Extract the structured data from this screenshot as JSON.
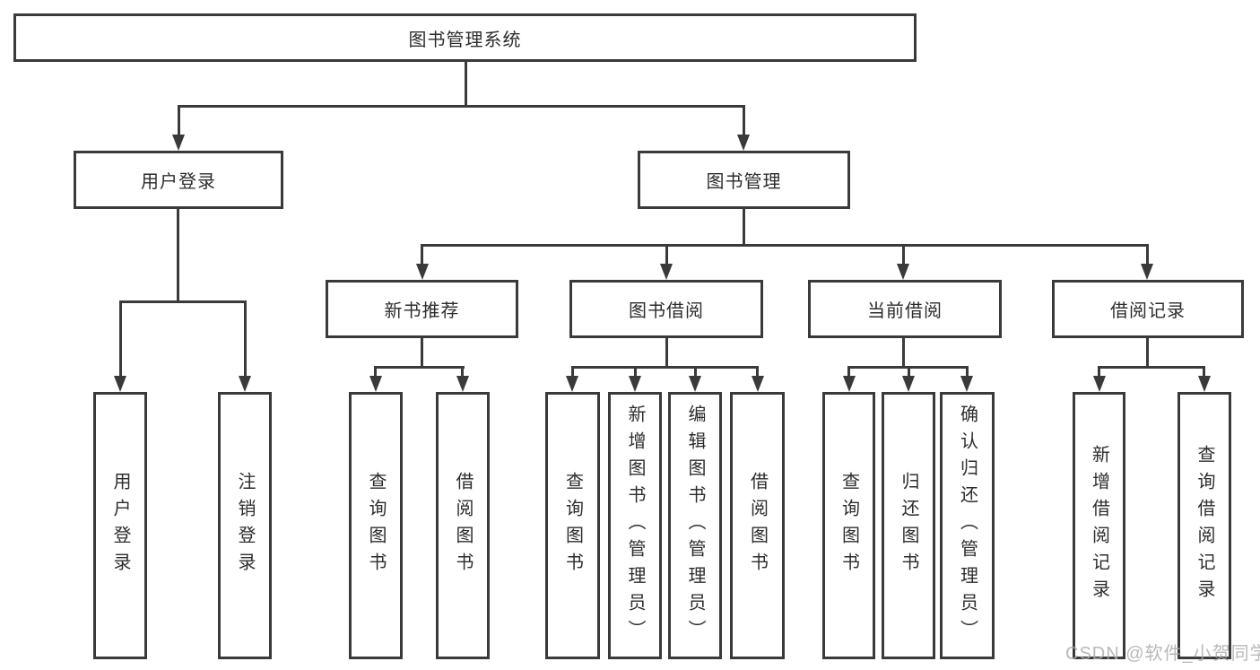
{
  "diagram": {
    "root": "图书管理系统",
    "branches": {
      "user_login": {
        "label": "用户登录",
        "children": [
          "用户登录",
          "注销登录"
        ]
      },
      "book_management": {
        "label": "图书管理",
        "children": {
          "new_book_recommend": {
            "label": "新书推荐",
            "children": [
              "查询图书",
              "借阅图书"
            ]
          },
          "book_borrowing": {
            "label": "图书借阅",
            "children": [
              "查询图书",
              "新增图书（管理员）",
              "编辑图书（管理员）",
              "借阅图书"
            ]
          },
          "current_borrowing": {
            "label": "当前借阅",
            "children": [
              "查询图书",
              "归还图书",
              "确认归还（管理员）"
            ]
          },
          "borrowing_records": {
            "label": "借阅记录",
            "children": [
              "新增借阅记录",
              "查询借阅记录"
            ]
          }
        }
      }
    },
    "watermark": "CSDN @软件_小贺同学"
  },
  "colors": {
    "line": "#3a3a3a",
    "text": "#2d2d2d",
    "background": "#ffffff",
    "watermark": "#adadad"
  }
}
